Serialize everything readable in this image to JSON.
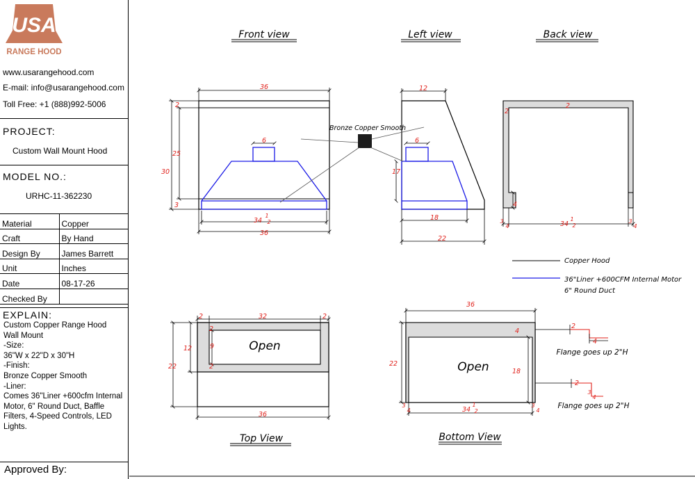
{
  "company": {
    "logo_text": "USA",
    "logo_subtext": "RANGE HOOD",
    "website": "www.usarangehood.com",
    "email": "E-mail: info@usarangehood.com",
    "toll_free": "Toll Free: +1 (888)992-5006"
  },
  "project": {
    "label": "PROJECT:",
    "value": "Custom Wall Mount Hood"
  },
  "model": {
    "label": "MODEL NO.:",
    "value": "URHC-11-362230"
  },
  "info_rows": [
    {
      "label": "Material",
      "value": "Copper"
    },
    {
      "label": "Craft",
      "value": "By Hand"
    },
    {
      "label": "Design By",
      "value": "James Barrett"
    },
    {
      "label": "Unit",
      "value": "Inches"
    },
    {
      "label": "Date",
      "value": "08-17-26"
    },
    {
      "label": "Checked By",
      "value": ""
    }
  ],
  "explain": {
    "label": "EXPLAIN:",
    "lines": [
      "Custom Copper Range Hood",
      "Wall Mount",
      "-Size:",
      "36\"W x 22\"D x 30\"H",
      "-Finish:",
      "Bronze Copper Smooth",
      "-Liner:",
      "Comes 36\"Liner +600cfm Internal",
      "Motor, 6\" Round Duct, Baffle",
      "Filters, 4-Speed Controls, LED",
      "Lights."
    ]
  },
  "approved_by": "Approved By:",
  "views": {
    "front": "Front view",
    "left": "Left view",
    "back": "Back view",
    "top": "Top View",
    "bottom": "Bottom View"
  },
  "finish_label": "Bronze Copper Smooth",
  "legend": {
    "hood": "Copper Hood",
    "liner_line1": "36\"Liner +600CFM Internal Motor",
    "liner_line2": "6\" Round Duct"
  },
  "open_label": "Open",
  "flange_note": "Flange goes up 2\"H",
  "dims": {
    "d36": "36",
    "d12": "12",
    "d2": "2",
    "d6": "6",
    "d25": "25",
    "d30": "30",
    "d3": "3",
    "d17": "17",
    "d18": "18",
    "d22": "22",
    "d32": "32",
    "d9": "9",
    "d4": "4",
    "d34": "34",
    "d1": "1",
    "half_num": "1",
    "half_den": "2",
    "q_num": "3",
    "q_den": "4"
  },
  "colors": {
    "dimension": "#e0201a",
    "liner": "#1a1ae6",
    "hood_fill": "#dcdcdc"
  }
}
